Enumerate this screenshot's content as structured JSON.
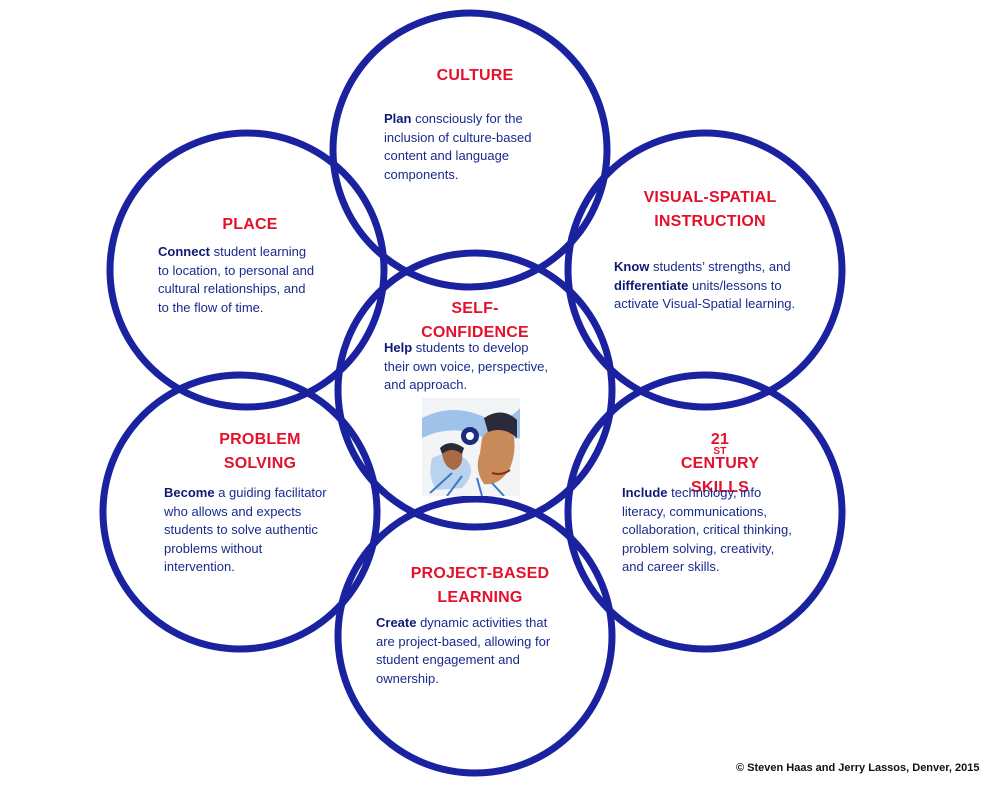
{
  "ring_color": "#1a22a0",
  "title_color": "#e3112c",
  "text_color": "#1a2a8c",
  "circles": {
    "culture": {
      "title_lines": [
        "CULTURE"
      ],
      "lead": "Plan",
      "lines": [
        " consciously for the",
        "inclusion of culture-based",
        "content and language",
        "components."
      ]
    },
    "place": {
      "title_lines": [
        "PLACE"
      ],
      "lead": "Connect",
      "lines": [
        " student learning",
        "to location, to personal and",
        "cultural relationships, and",
        "to the flow of time."
      ]
    },
    "visual": {
      "title_lines": [
        "VISUAL-SPATIAL",
        "INSTRUCTION"
      ],
      "lead": "Know",
      "lead2": "differentiate",
      "lines": [
        " students’ strengths, and",
        " units/lessons to",
        "activate Visual-Spatial learning."
      ]
    },
    "self": {
      "title_lines": [
        "SELF-",
        "CONFIDENCE"
      ],
      "lead": "Help",
      "lines": [
        " students to develop",
        "their own voice, perspective,",
        "and approach."
      ]
    },
    "problem": {
      "title_lines": [
        "PROBLEM",
        "SOLVING"
      ],
      "lead": "Become",
      "lines": [
        " a guiding facilitator",
        "who allows and expects",
        "students to solve authentic",
        "problems without",
        "intervention."
      ]
    },
    "century": {
      "title_pre": "21",
      "title_sup": "ST",
      "title_post": " CENTURY",
      "title_line2": "SKILLS",
      "lead": "Include",
      "lines": [
        " technology, info",
        "literacy, communications,",
        "collaboration, critical thinking,",
        "problem solving, creativity,",
        "and career skills."
      ]
    },
    "project": {
      "title_lines": [
        "PROJECT-BASED",
        "LEARNING"
      ],
      "lead": "Create",
      "lines": [
        " dynamic activities that",
        "are project-based, allowing for",
        "student engagement and",
        "ownership."
      ]
    }
  },
  "center_image": "native-art-painting",
  "copyright": "© Steven Haas and Jerry Lassos, Denver, 2015"
}
